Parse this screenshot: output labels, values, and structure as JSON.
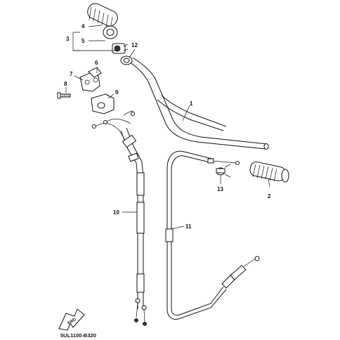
{
  "diagram": {
    "part_labels": {
      "p1": "1",
      "p2": "2",
      "p3": "3",
      "p4": "4",
      "p5": "5",
      "p6": "6",
      "p7": "7",
      "p8": "8",
      "p9": "9",
      "p10": "10",
      "p11": "11",
      "p12": "12",
      "p13": "13"
    },
    "diagram_code": "5UL1100-B320",
    "fwd_text": "FWD"
  }
}
